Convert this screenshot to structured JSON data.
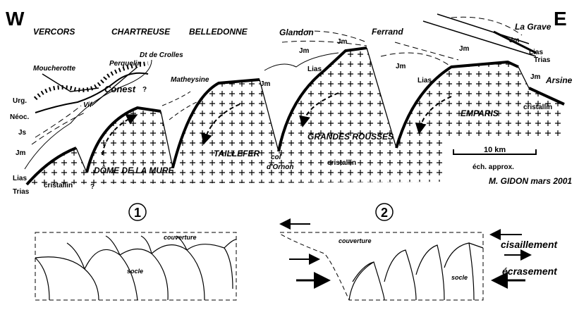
{
  "orientation": {
    "west": "W",
    "east": "E"
  },
  "regions": [
    "VERCORS",
    "CHARTREUSE",
    "BELLEDONNE",
    "Glandon",
    "Ferrand",
    "La Grave"
  ],
  "places": {
    "moucherotte": "Moucherotte",
    "perquelin": "Perquelin",
    "dent_crolles": "Dt de Crolles",
    "conest": "Conest",
    "vif": "Vif",
    "matheysine": "Matheysine",
    "arsine": "Arsine",
    "col": "col",
    "ornon": "d'Ornon"
  },
  "massifs": [
    "DÔME DE LA MURE",
    "TAILLEFER",
    "GRANDES ROUSSES",
    "EMPARIS"
  ],
  "strata_left": [
    "Urg.",
    "Néoc.",
    "Js",
    "Jm",
    "Lias",
    "Trias"
  ],
  "unit_labels": {
    "jm": "Jm",
    "lias": "Lias",
    "trias": "Trias",
    "cristallin": "cristallin",
    "question": "?"
  },
  "scale": {
    "length": "10 km",
    "note": "éch. approx."
  },
  "credit": "M. GIDON mars 2001",
  "schema1": {
    "number": "1",
    "cover": "couverture",
    "basement": "socle"
  },
  "schema2": {
    "number": "2",
    "cover": "couverture",
    "basement": "socle",
    "shear": "cisaillement",
    "crush": "écrasement"
  }
}
